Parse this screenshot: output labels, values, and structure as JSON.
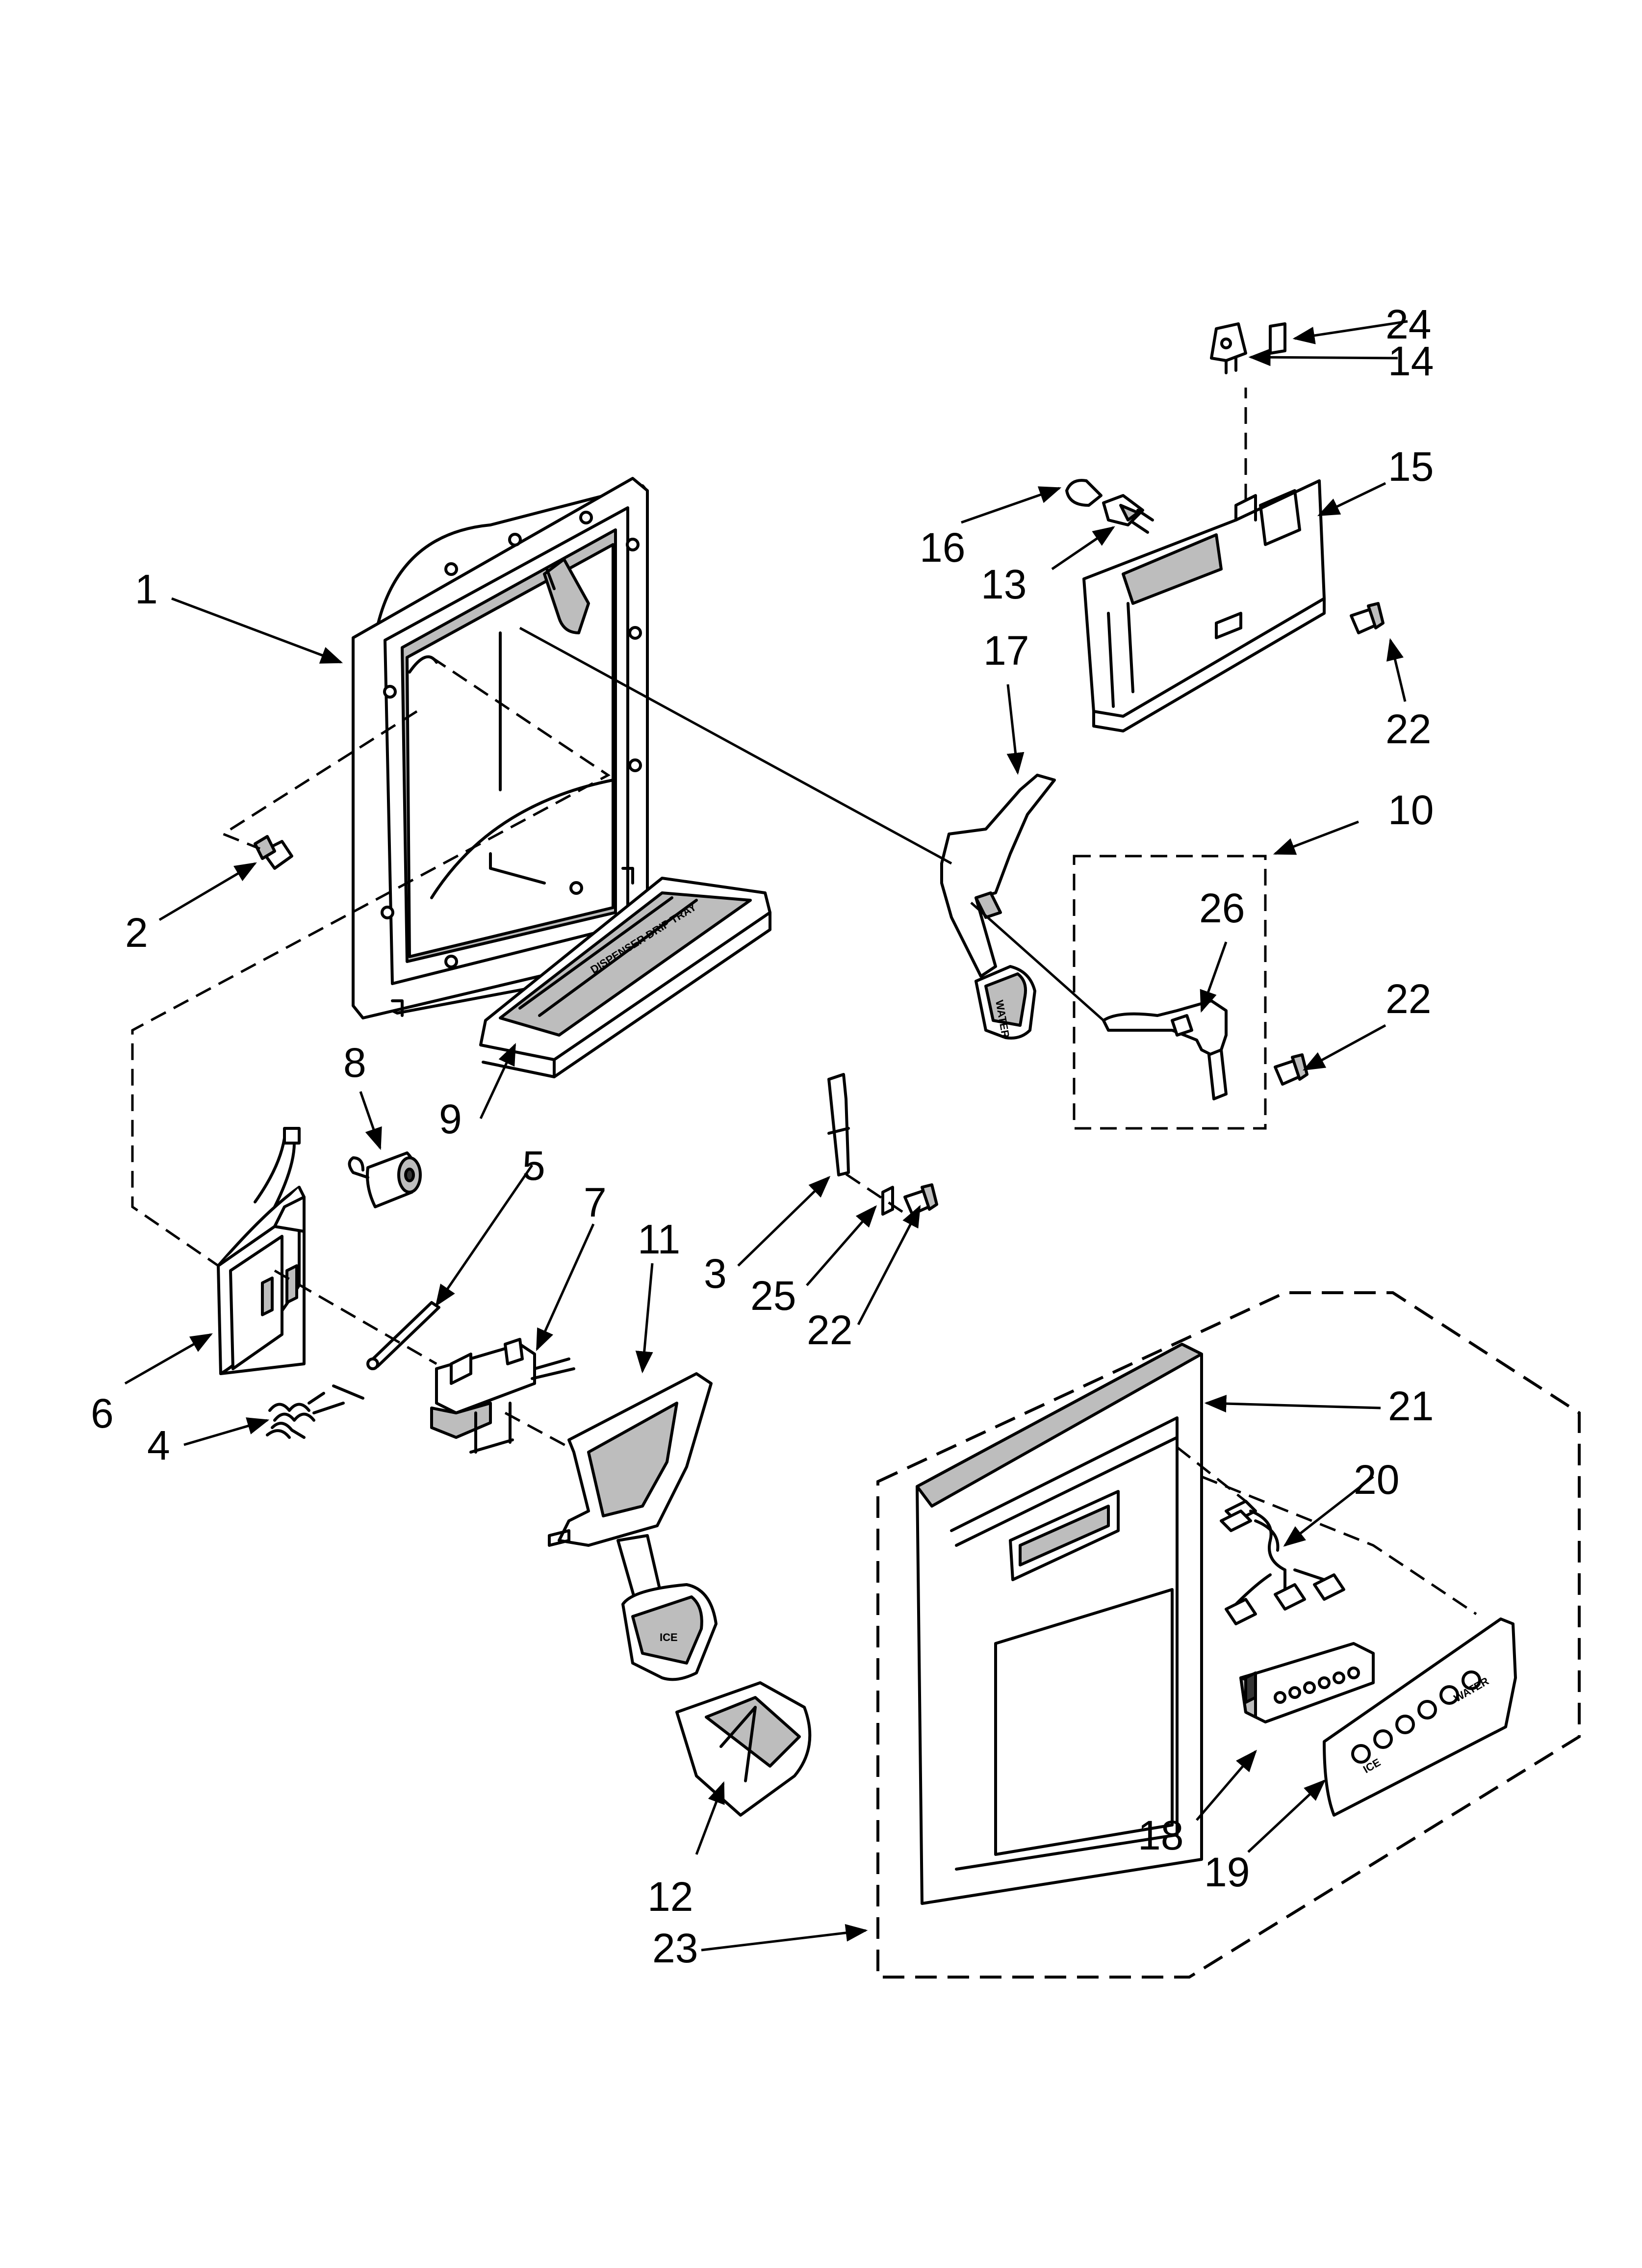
{
  "callouts": {
    "c1": "1",
    "c2": "2",
    "c3": "3",
    "c4": "4",
    "c5": "5",
    "c6": "6",
    "c7": "7",
    "c8": "8",
    "c9": "9",
    "c10": "10",
    "c11": "11",
    "c12": "12",
    "c13": "13",
    "c14": "14",
    "c15": "15",
    "c16": "16",
    "c17": "17",
    "c18": "18",
    "c19": "19",
    "c20": "20",
    "c21": "21",
    "c22a": "22",
    "c22b": "22",
    "c22c": "22",
    "c23": "23",
    "c24": "24",
    "c25": "25",
    "c26": "26"
  },
  "part_labels": {
    "water_pad": "WATER",
    "ice_pad": "ICE",
    "panel_ice": "ICE",
    "panel_water": "WATER"
  }
}
